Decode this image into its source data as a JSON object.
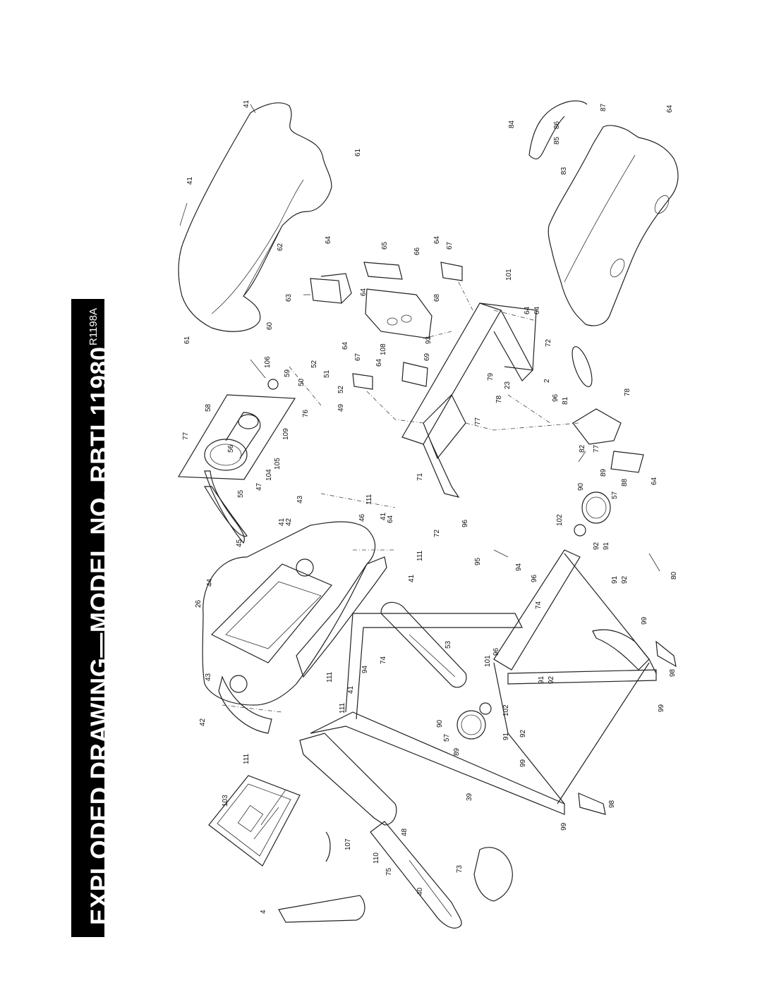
{
  "title": {
    "main": "EXPLODED DRAWING—MODEL NO. RBTL11980",
    "drawing_id": "R1198A"
  },
  "callouts": [
    {
      "id": "c1",
      "text": "41"
    },
    {
      "id": "c2",
      "text": "41"
    },
    {
      "id": "c3",
      "text": "61"
    },
    {
      "id": "c4",
      "text": "62"
    },
    {
      "id": "c5",
      "text": "61"
    },
    {
      "id": "c6",
      "text": "60"
    },
    {
      "id": "c7",
      "text": "63"
    },
    {
      "id": "c8",
      "text": "64"
    },
    {
      "id": "c9",
      "text": "65"
    },
    {
      "id": "c10",
      "text": "66"
    },
    {
      "id": "c11",
      "text": "64"
    },
    {
      "id": "c12",
      "text": "67"
    },
    {
      "id": "c13",
      "text": "64"
    },
    {
      "id": "c14",
      "text": "68"
    },
    {
      "id": "c15",
      "text": "93"
    },
    {
      "id": "c16",
      "text": "64"
    },
    {
      "id": "c17",
      "text": "108"
    },
    {
      "id": "c18",
      "text": "67"
    },
    {
      "id": "c19",
      "text": "69"
    },
    {
      "id": "c20",
      "text": "64"
    },
    {
      "id": "c21",
      "text": "106"
    },
    {
      "id": "c22",
      "text": "52"
    },
    {
      "id": "c23",
      "text": "51"
    },
    {
      "id": "c24",
      "text": "59"
    },
    {
      "id": "c25",
      "text": "50"
    },
    {
      "id": "c26",
      "text": "52"
    },
    {
      "id": "c27",
      "text": "58"
    },
    {
      "id": "c28",
      "text": "76"
    },
    {
      "id": "c29",
      "text": "49"
    },
    {
      "id": "c30",
      "text": "77"
    },
    {
      "id": "c31",
      "text": "56"
    },
    {
      "id": "c32",
      "text": "109"
    },
    {
      "id": "c33",
      "text": "104"
    },
    {
      "id": "c34",
      "text": "105"
    },
    {
      "id": "c35",
      "text": "47"
    },
    {
      "id": "c36",
      "text": "55"
    },
    {
      "id": "c37",
      "text": "45"
    },
    {
      "id": "c38",
      "text": "41"
    },
    {
      "id": "c39",
      "text": "42"
    },
    {
      "id": "c40",
      "text": "43"
    },
    {
      "id": "c41",
      "text": "111"
    },
    {
      "id": "c42",
      "text": "46"
    },
    {
      "id": "c43",
      "text": "41"
    },
    {
      "id": "c44",
      "text": "64"
    },
    {
      "id": "c45",
      "text": "71"
    },
    {
      "id": "c46",
      "text": "72"
    },
    {
      "id": "c47",
      "text": "96"
    },
    {
      "id": "c48",
      "text": "44"
    },
    {
      "id": "c49",
      "text": "26"
    },
    {
      "id": "c50",
      "text": "111"
    },
    {
      "id": "c51",
      "text": "41"
    },
    {
      "id": "c52",
      "text": "43"
    },
    {
      "id": "c53",
      "text": "42"
    },
    {
      "id": "c54",
      "text": "111"
    },
    {
      "id": "c55",
      "text": "111"
    },
    {
      "id": "c56",
      "text": "41"
    },
    {
      "id": "c57",
      "text": "94"
    },
    {
      "id": "c58",
      "text": "74"
    },
    {
      "id": "c59",
      "text": "53"
    },
    {
      "id": "c60",
      "text": "111"
    },
    {
      "id": "c61",
      "text": "103"
    },
    {
      "id": "c62",
      "text": "107"
    },
    {
      "id": "c63",
      "text": "110"
    },
    {
      "id": "c64",
      "text": "48"
    },
    {
      "id": "c65",
      "text": "39"
    },
    {
      "id": "c66",
      "text": "75"
    },
    {
      "id": "c67",
      "text": "73"
    },
    {
      "id": "c68",
      "text": "40"
    },
    {
      "id": "c69",
      "text": "4"
    },
    {
      "id": "c70",
      "text": "90"
    },
    {
      "id": "c71",
      "text": "57"
    },
    {
      "id": "c72",
      "text": "89"
    },
    {
      "id": "c73",
      "text": "102"
    },
    {
      "id": "c74",
      "text": "101"
    },
    {
      "id": "c75",
      "text": "96"
    },
    {
      "id": "c76",
      "text": "91"
    },
    {
      "id": "c77",
      "text": "92"
    },
    {
      "id": "c78",
      "text": "91"
    },
    {
      "id": "c79",
      "text": "92"
    },
    {
      "id": "c80",
      "text": "99"
    },
    {
      "id": "c81",
      "text": "98"
    },
    {
      "id": "c82",
      "text": "99"
    },
    {
      "id": "c83",
      "text": "95"
    },
    {
      "id": "c84",
      "text": "94"
    },
    {
      "id": "c85",
      "text": "96"
    },
    {
      "id": "c86",
      "text": "74"
    },
    {
      "id": "c87",
      "text": "102"
    },
    {
      "id": "c88",
      "text": "90"
    },
    {
      "id": "c89",
      "text": "92"
    },
    {
      "id": "c90",
      "text": "91"
    },
    {
      "id": "c91",
      "text": "91"
    },
    {
      "id": "c92",
      "text": "92"
    },
    {
      "id": "c93",
      "text": "99"
    },
    {
      "id": "c94",
      "text": "98"
    },
    {
      "id": "c95",
      "text": "99"
    },
    {
      "id": "c96",
      "text": "80"
    },
    {
      "id": "c97",
      "text": "57"
    },
    {
      "id": "c98",
      "text": "64"
    },
    {
      "id": "c99",
      "text": "88"
    },
    {
      "id": "c100",
      "text": "89"
    },
    {
      "id": "c101",
      "text": "77"
    },
    {
      "id": "c102",
      "text": "82"
    },
    {
      "id": "c103",
      "text": "81"
    },
    {
      "id": "c104",
      "text": "96"
    },
    {
      "id": "c105",
      "text": "78"
    },
    {
      "id": "c106",
      "text": "2"
    },
    {
      "id": "c107",
      "text": "23"
    },
    {
      "id": "c108",
      "text": "78"
    },
    {
      "id": "c109",
      "text": "79"
    },
    {
      "id": "c110",
      "text": "77"
    },
    {
      "id": "c111",
      "text": "72"
    },
    {
      "id": "c112",
      "text": "64"
    },
    {
      "id": "c113",
      "text": "64"
    },
    {
      "id": "c114",
      "text": "101"
    },
    {
      "id": "c115",
      "text": "83"
    },
    {
      "id": "c116",
      "text": "84"
    },
    {
      "id": "c117",
      "text": "85"
    },
    {
      "id": "c118",
      "text": "86"
    },
    {
      "id": "c119",
      "text": "87"
    },
    {
      "id": "c120",
      "text": "64"
    }
  ]
}
